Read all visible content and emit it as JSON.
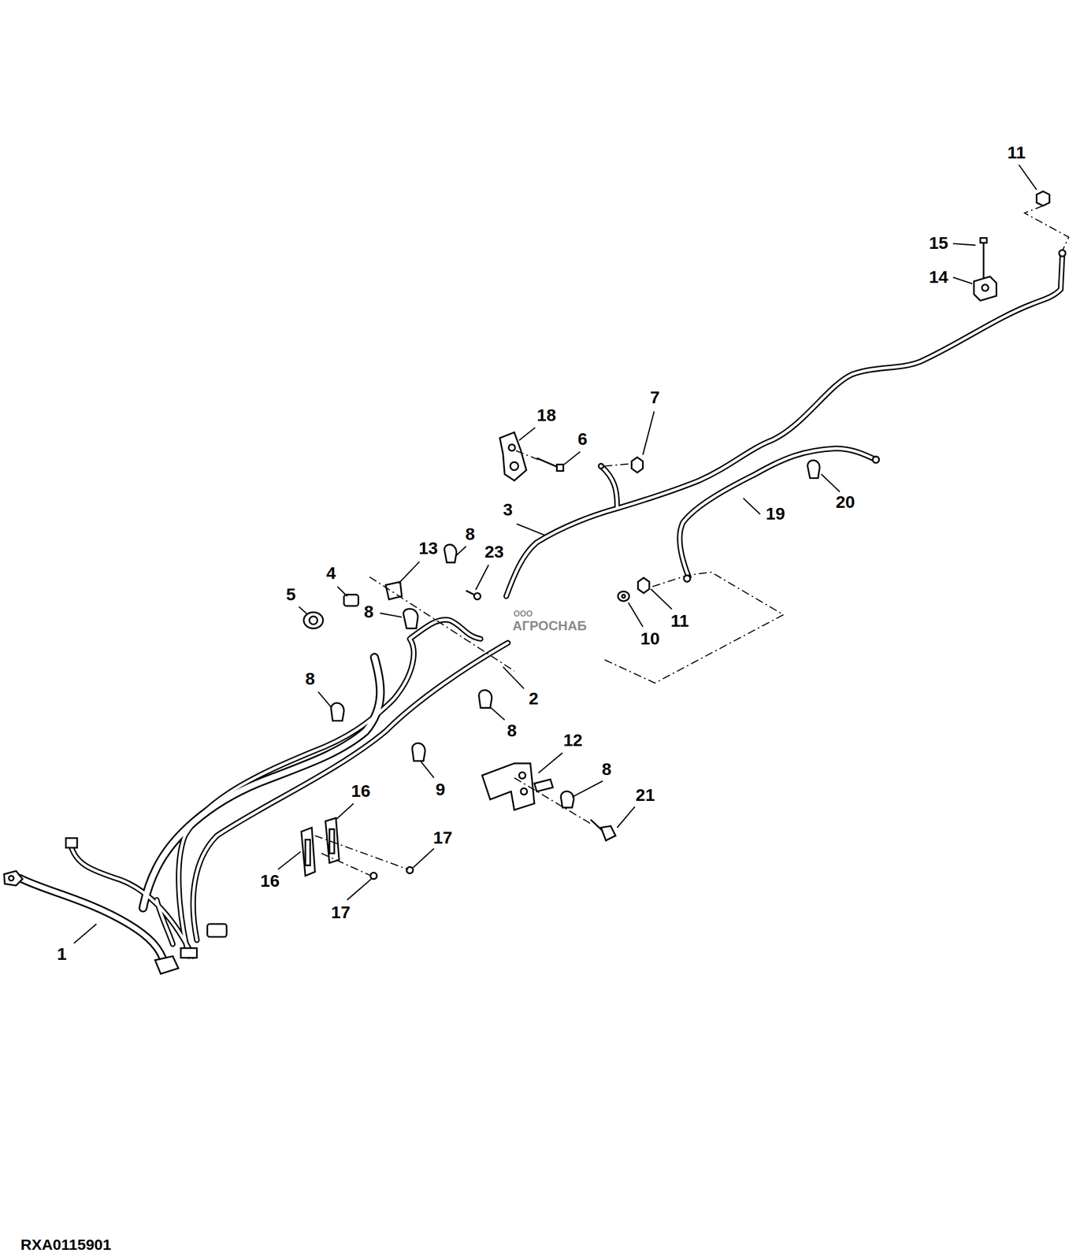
{
  "diagram": {
    "labels": [
      "11",
      "15",
      "14",
      "7",
      "18",
      "6",
      "3",
      "20",
      "19",
      "8",
      "13",
      "23",
      "4",
      "5",
      "8",
      "11",
      "10",
      "8",
      "2",
      "8",
      "12",
      "8",
      "9",
      "16",
      "21",
      "17",
      "16",
      "17",
      "1",
      "ООО",
      "АГРОСНАБ",
      "RXA0115901"
    ]
  }
}
